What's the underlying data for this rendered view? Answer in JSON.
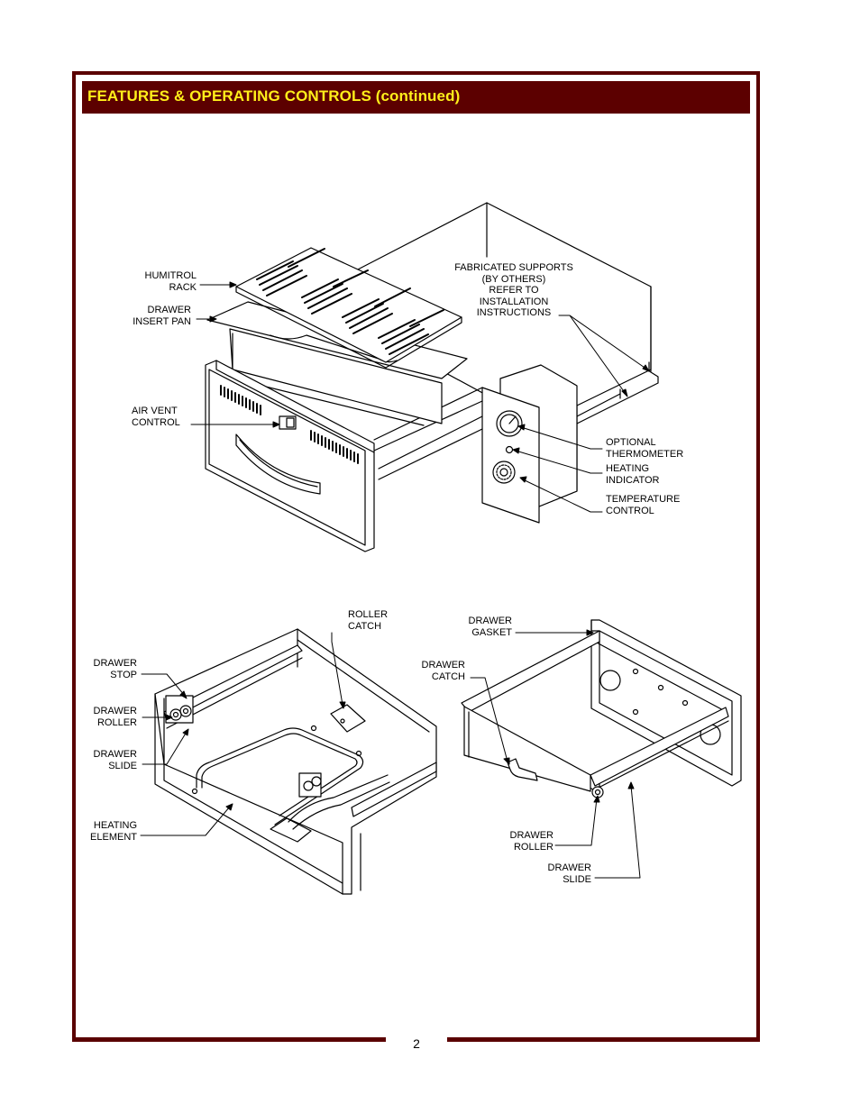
{
  "header": {
    "title": "FEATURES & OPERATING CONTROLS (continued)"
  },
  "page_number": "2",
  "colors": {
    "frame": "#5a0000",
    "header_bg": "#5c0000",
    "header_text": "#ffef1a"
  },
  "top_figure": {
    "humitrol_rack": "HUMITROL\nRACK",
    "drawer_insert_pan": "DRAWER\nINSERT PAN",
    "air_vent_control": "AIR VENT\nCONTROL",
    "fabricated_supports": "FABRICATED SUPPORTS\n(BY OTHERS)\nREFER TO\nINSTALLATION\nINSTRUCTIONS",
    "optional_thermometer": "OPTIONAL\nTHERMOMETER",
    "heating_indicator": "HEATING\nINDICATOR",
    "temperature_control": "TEMPERATURE\nCONTROL"
  },
  "bottom_left_figure": {
    "roller_catch": "ROLLER\nCATCH",
    "drawer_stop": "DRAWER\nSTOP",
    "drawer_roller": "DRAWER\nROLLER",
    "drawer_slide": "DRAWER\nSLIDE",
    "heating_element": "HEATING\nELEMENT"
  },
  "bottom_right_figure": {
    "drawer_gasket": "DRAWER\nGASKET",
    "drawer_catch": "DRAWER\nCATCH",
    "drawer_roller": "DRAWER\nROLLER",
    "drawer_slide": "DRAWER\nSLIDE"
  }
}
